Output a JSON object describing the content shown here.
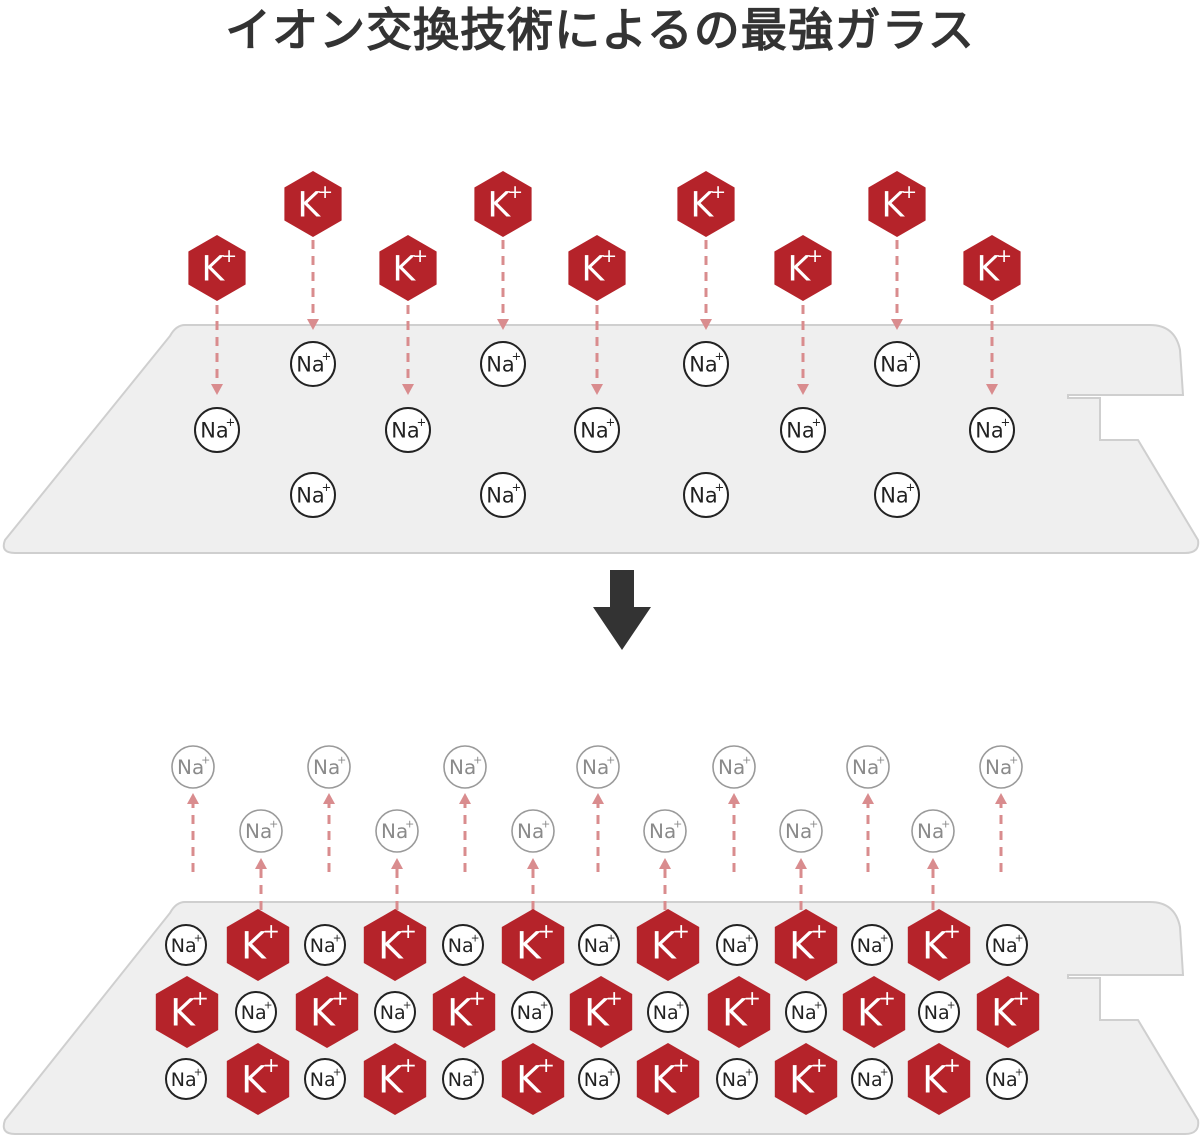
{
  "title": "イオン交換技術によるの最強ガラス",
  "ions": {
    "potassium": {
      "symbol": "K",
      "charge": "+"
    },
    "sodium": {
      "symbol": "Na",
      "charge": "+"
    }
  },
  "colors": {
    "title_text": "#333333",
    "potassium_fill": "#b5232a",
    "potassium_text": "#ffffff",
    "sodium_fill": "#ffffff",
    "sodium_outline": "#222222",
    "sodium_text": "#222222",
    "released_sodium_outline": "#9a9a9a",
    "released_sodium_text": "#8a8a8a",
    "arrow": "#d98c8e",
    "glass": "#efefef",
    "glass_edge": "#cfcfcf",
    "transition_arrow": "#333333"
  },
  "icons": {
    "transition": "down-arrow-icon"
  }
}
